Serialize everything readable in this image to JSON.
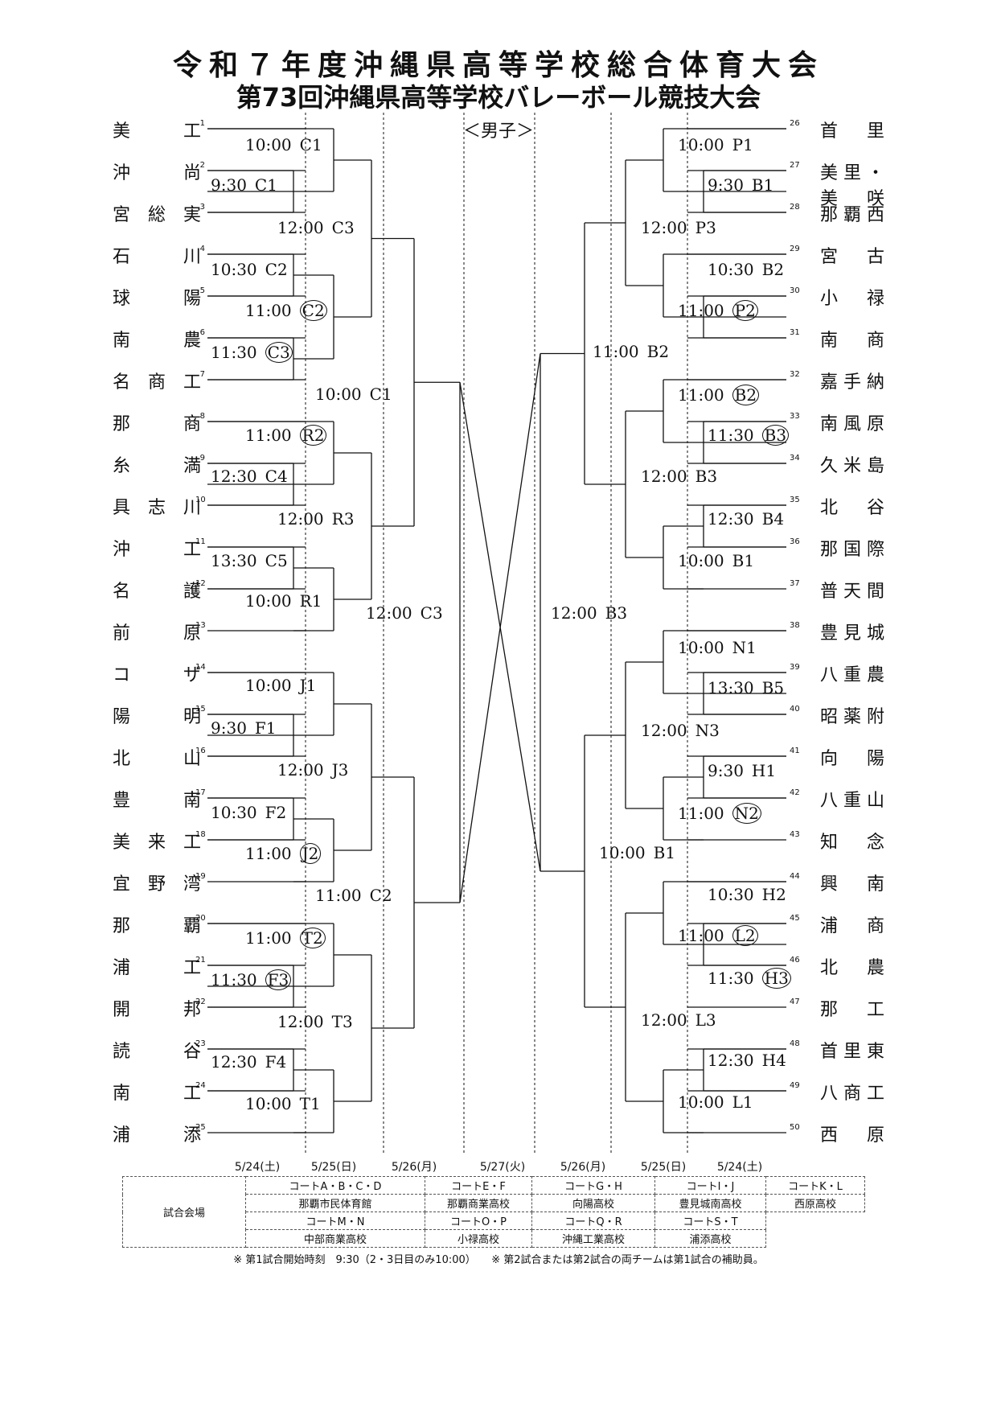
{
  "title_line1": "令和７年度沖縄県高等学校総合体育大会",
  "title_line2": "第73回沖縄県高等学校バレーボール競技大会",
  "division": "＜男子＞",
  "teams_left": [
    {
      "seed": "1",
      "name": "美工"
    },
    {
      "seed": "2",
      "name": "沖尚"
    },
    {
      "seed": "3",
      "name": "宮総実"
    },
    {
      "seed": "4",
      "name": "石川"
    },
    {
      "seed": "5",
      "name": "球陽"
    },
    {
      "seed": "6",
      "name": "南農"
    },
    {
      "seed": "7",
      "name": "名商工"
    },
    {
      "seed": "8",
      "name": "那商"
    },
    {
      "seed": "9",
      "name": "糸満"
    },
    {
      "seed": "10",
      "name": "具志川"
    },
    {
      "seed": "11",
      "name": "沖工"
    },
    {
      "seed": "12",
      "name": "名護"
    },
    {
      "seed": "13",
      "name": "前原"
    },
    {
      "seed": "14",
      "name": "コザ"
    },
    {
      "seed": "15",
      "name": "陽明"
    },
    {
      "seed": "16",
      "name": "北山"
    },
    {
      "seed": "17",
      "name": "豊南"
    },
    {
      "seed": "18",
      "name": "美来工"
    },
    {
      "seed": "19",
      "name": "宜野湾"
    },
    {
      "seed": "20",
      "name": "那覇"
    },
    {
      "seed": "21",
      "name": "浦工"
    },
    {
      "seed": "22",
      "name": "開邦"
    },
    {
      "seed": "23",
      "name": "読谷"
    },
    {
      "seed": "24",
      "name": "南工"
    },
    {
      "seed": "25",
      "name": "浦添"
    }
  ],
  "teams_right": [
    {
      "seed": "26",
      "name": "首里"
    },
    {
      "seed": "27",
      "name": "美里・美咲"
    },
    {
      "seed": "28",
      "name": "那覇西"
    },
    {
      "seed": "29",
      "name": "宮古"
    },
    {
      "seed": "30",
      "name": "小禄"
    },
    {
      "seed": "31",
      "name": "南商"
    },
    {
      "seed": "32",
      "name": "嘉手納"
    },
    {
      "seed": "33",
      "name": "南風原"
    },
    {
      "seed": "34",
      "name": "久米島"
    },
    {
      "seed": "35",
      "name": "北谷"
    },
    {
      "seed": "36",
      "name": "那国際"
    },
    {
      "seed": "37",
      "name": "普天間"
    },
    {
      "seed": "38",
      "name": "豊見城"
    },
    {
      "seed": "39",
      "name": "八重農"
    },
    {
      "seed": "40",
      "name": "昭薬附"
    },
    {
      "seed": "41",
      "name": "向陽"
    },
    {
      "seed": "42",
      "name": "八重山"
    },
    {
      "seed": "43",
      "name": "知念"
    },
    {
      "seed": "44",
      "name": "興南"
    },
    {
      "seed": "45",
      "name": "浦商"
    },
    {
      "seed": "46",
      "name": "北農"
    },
    {
      "seed": "47",
      "name": "那工"
    },
    {
      "seed": "48",
      "name": "首里東"
    },
    {
      "seed": "49",
      "name": "八商工"
    },
    {
      "seed": "50",
      "name": "西原"
    }
  ],
  "match_annotations": [
    {
      "time": "10:00",
      "code": "C1",
      "circled": false
    },
    {
      "time": "9:30",
      "code": "C1",
      "circled": false
    },
    {
      "time": "12:00",
      "code": "C3",
      "circled": false
    },
    {
      "time": "10:30",
      "code": "C2",
      "circled": false
    },
    {
      "time": "11:00",
      "code": "C2",
      "circled": true
    },
    {
      "time": "11:30",
      "code": "C3",
      "circled": true
    },
    {
      "time": "10:00",
      "code": "C1",
      "circled": false
    },
    {
      "time": "11:00",
      "code": "R2",
      "circled": true
    },
    {
      "time": "12:30",
      "code": "C4",
      "circled": false
    },
    {
      "time": "12:00",
      "code": "R3",
      "circled": false
    },
    {
      "time": "13:30",
      "code": "C5",
      "circled": false
    },
    {
      "time": "10:00",
      "code": "R1",
      "circled": false
    },
    {
      "time": "12:00",
      "code": "C3",
      "circled": false
    },
    {
      "time": "10:00",
      "code": "J1",
      "circled": false
    },
    {
      "time": "9:30",
      "code": "F1",
      "circled": false
    },
    {
      "time": "12:00",
      "code": "J3",
      "circled": false
    },
    {
      "time": "10:30",
      "code": "F2",
      "circled": false
    },
    {
      "time": "11:00",
      "code": "J2",
      "circled": true
    },
    {
      "time": "11:00",
      "code": "C2",
      "circled": false
    },
    {
      "time": "11:00",
      "code": "T2",
      "circled": true
    },
    {
      "time": "11:30",
      "code": "F3",
      "circled": true
    },
    {
      "time": "12:00",
      "code": "T3",
      "circled": false
    },
    {
      "time": "12:30",
      "code": "F4",
      "circled": false
    },
    {
      "time": "10:00",
      "code": "T1",
      "circled": false
    },
    {
      "time": "10:00",
      "code": "P1",
      "circled": false
    },
    {
      "time": "9:30",
      "code": "B1",
      "circled": false
    },
    {
      "time": "12:00",
      "code": "P3",
      "circled": false
    },
    {
      "time": "10:30",
      "code": "B2",
      "circled": false
    },
    {
      "time": "11:00",
      "code": "P2",
      "circled": true
    },
    {
      "time": "11:00",
      "code": "B2",
      "circled": false
    },
    {
      "time": "11:00",
      "code": "B2",
      "circled": true
    },
    {
      "time": "11:30",
      "code": "B3",
      "circled": true
    },
    {
      "time": "12:00",
      "code": "B3",
      "circled": false
    },
    {
      "time": "12:30",
      "code": "B4",
      "circled": false
    },
    {
      "time": "10:00",
      "code": "B1",
      "circled": false
    },
    {
      "time": "12:00",
      "code": "B3",
      "circled": false
    },
    {
      "time": "10:00",
      "code": "N1",
      "circled": false
    },
    {
      "time": "13:30",
      "code": "B5",
      "circled": false
    },
    {
      "time": "12:00",
      "code": "N3",
      "circled": false
    },
    {
      "time": "9:30",
      "code": "H1",
      "circled": false
    },
    {
      "time": "11:00",
      "code": "N2",
      "circled": true
    },
    {
      "time": "10:00",
      "code": "B1",
      "circled": false
    },
    {
      "time": "10:30",
      "code": "H2",
      "circled": false
    },
    {
      "time": "11:00",
      "code": "L2",
      "circled": true
    },
    {
      "time": "11:30",
      "code": "H3",
      "circled": true
    },
    {
      "time": "12:00",
      "code": "L3",
      "circled": false
    },
    {
      "time": "12:30",
      "code": "H4",
      "circled": false
    },
    {
      "time": "10:00",
      "code": "L1",
      "circled": false
    }
  ],
  "dates": [
    "5/24(土)",
    "5/25(日)",
    "5/26(月)",
    "5/27(火)",
    "5/26(月)",
    "5/25(日)",
    "5/24(土)"
  ],
  "venues": {
    "label": "試合会場",
    "row1": [
      {
        "court": "コートA・B・C・D",
        "school": "那覇市民体育館"
      },
      {
        "court": "コートE・F",
        "school": "那覇商業高校"
      },
      {
        "court": "コートG・H",
        "school": "向陽高校"
      },
      {
        "court": "コートI・J",
        "school": "豊見城南高校"
      },
      {
        "court": "コートK・L",
        "school": "西原高校"
      }
    ],
    "row2": [
      {
        "court": "コートM・N",
        "school": "中部商業高校"
      },
      {
        "court": "コートO・P",
        "school": "小禄高校"
      },
      {
        "court": "コートQ・R",
        "school": "沖縄工業高校"
      },
      {
        "court": "コートS・T",
        "school": "浦添高校"
      }
    ]
  },
  "note": "※ 第1試合開始時刻　9:30（2・3日目のみ10:00）　　※ 第2試合または第2試合の両チームは第1試合の補助員。"
}
